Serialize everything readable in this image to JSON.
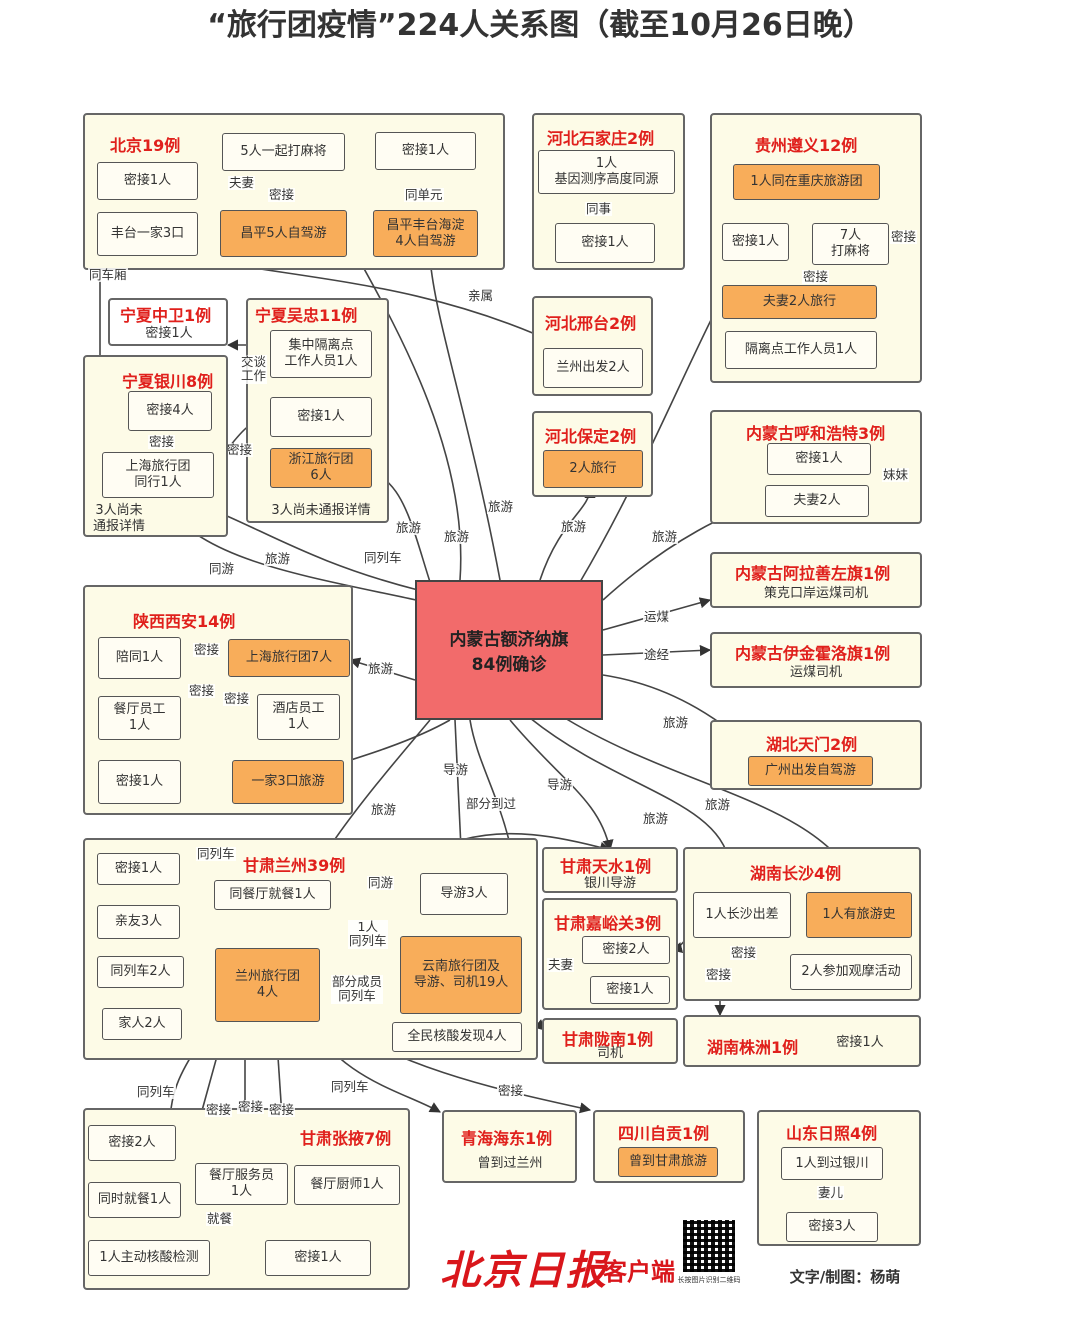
{
  "title": "“旅行团疫情”224人关系图（截至10月26日晚）",
  "center": {
    "line1": "内蒙古额济纳旗",
    "line2": "84例确诊"
  },
  "colors": {
    "accent": "#e0201c",
    "highlight": "#f8ad5a",
    "center": "#f26b6b",
    "panel": "#fdfbe7"
  },
  "groups": {
    "beijing": "北京19例",
    "hebei_sjz": "河北石家庄2例",
    "guizhou": "贵州遵义12例",
    "nx_zhongwei": "宁夏中卫1例",
    "nx_wuzhong": "宁夏吴忠11例",
    "hebei_xingtai": "河北邢台2例",
    "nx_yinchuan": "宁夏银川8例",
    "hebei_baoding": "河北保定2例",
    "nmg_huhehaote": "内蒙古呼和浩特3例",
    "nmg_alashan": "内蒙古阿拉善左旗1例",
    "nmg_yijinhuoluo": "内蒙古伊金霍洛旗1例",
    "shaanxi": "陕西西安14例",
    "hubei": "湖北天门2例",
    "gansu_lanzhou": "甘肃兰州39例",
    "gansu_tianshui": "甘肃天水1例",
    "hunan_changsha": "湖南长沙4例",
    "gansu_jiayuguan": "甘肃嘉峪关3例",
    "gansu_longnan": "甘肃陇南1例",
    "hunan_zhuzhou": "湖南株洲1例",
    "gansu_zhangye": "甘肃张掖7例",
    "qinghai": "青海海东1例",
    "sichuan": "四川自贡1例",
    "shandong": "山东日照4例"
  },
  "nodes": {
    "bj_mahjong": "5人一起打麻将",
    "bj_close1": "密接1人",
    "bj_close2": "密接1人",
    "bj_fengtai": "丰台一家3口",
    "bj_changping": "昌平5人自驾游",
    "bj_cpfthd": "昌平丰台海淀\n4人自驾游",
    "sjz_gene": "1人\n基因测序高度同源",
    "sjz_close": "密接1人",
    "gz_cqtour": "1人同在重庆旅游团",
    "gz_close": "密接1人",
    "gz_mahjong": "7人\n打麻将",
    "gz_couple": "夫妻2人旅行",
    "gz_worker": "隔离点工作人员1人",
    "zw_close": "密接1人",
    "wz_worker": "集中隔离点\n工作人员1人",
    "wz_close": "密接1人",
    "wz_zhejiang": "浙江旅行团\n6人",
    "wz_unreported": "3人尚未通报详情",
    "xt_lanzhou": "兰州出发2人",
    "yc_close4": "密接4人",
    "yc_shanghai": "上海旅行团\n同行1人",
    "yc_unreported": "3人尚未\n通报详情",
    "bd_two": "2人旅行",
    "hh_close": "密接1人",
    "hh_couple": "夫妻2人",
    "als_driver": "策克口岸运煤司机",
    "yjhl_driver": "运煤司机",
    "xa_shanghai": "上海旅行团7人",
    "xa_escort": "陪同1人",
    "xa_restaurant": "餐厅员工\n1人",
    "xa_hotel": "酒店员工\n1人",
    "xa_close": "密接1人",
    "xa_family": "一家3口旅游",
    "hb_gz": "广州出发自驾游",
    "lz_close": "密接1人",
    "lz_dine": "同餐厅就餐1人",
    "lz_guide": "导游3人",
    "lz_friends": "亲友3人",
    "lz_train": "同列车2人",
    "lz_family": "家人2人",
    "lz_tour": "兰州旅行团\n4人",
    "lz_yunnan": "云南旅行团及\n导游、司机19人",
    "lz_test": "全民核酸发现4人",
    "ts_guide": "银川导游",
    "cs_trip": "1人长沙出差",
    "cs_history": "1人有旅游史",
    "cs_massage": "2人参加观摩活动",
    "jyg_close2": "密接2人",
    "jyg_close1": "密接1人",
    "ln_driver": "司机",
    "zz_close": "密接1人",
    "zy_close2": "密接2人",
    "zy_waiter": "餐厅服务员\n1人",
    "zy_chef": "餐厅厨师1人",
    "zy_dine": "同时就餐1人",
    "zy_test": "1人主动核酸检测",
    "zy_close1": "密接1人",
    "qh_lz": "曾到过兰州",
    "sc_gs": "曾到甘肃旅游",
    "sd_yc": "1人到过银川",
    "sd_close": "密接3人"
  },
  "labels": {
    "couple": "夫妻",
    "close": "密接",
    "same_unit": "同单元",
    "same_car": "同车厢",
    "relative": "亲属",
    "colleague": "同事",
    "talk_work": "交谈\n工作",
    "sister": "妹妹",
    "travel": "旅游",
    "same_train": "同列车",
    "same_tour": "同游",
    "coal": "运煤",
    "via": "途经",
    "guide": "导游",
    "partial": "部分到过",
    "one_train": "1人\n同列车",
    "part_members": "部分成员\n同列车",
    "dine": "就餐",
    "wife": "妻儿"
  },
  "footer": {
    "logo": "北京日报",
    "logo_suffix": "客户端",
    "qr_caption": "长按图片识别二维码",
    "credit": "文字/制图：杨萌"
  },
  "watermark": "北京日报客户端"
}
